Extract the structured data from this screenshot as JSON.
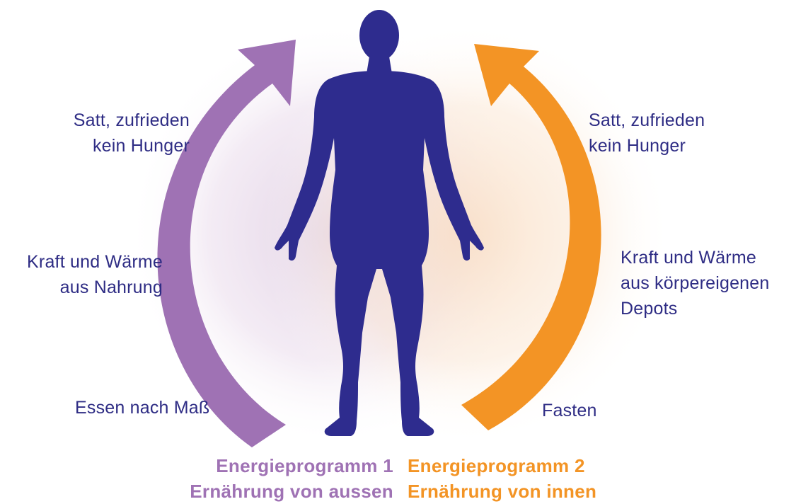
{
  "colors": {
    "figure": "#2e2c8e",
    "text": "#2e2c84",
    "program1": "#9f72b4",
    "program2": "#f39425"
  },
  "left": {
    "top_label": [
      "Satt, zufrieden",
      "kein Hunger"
    ],
    "mid_label": [
      "Kraft und Wärme",
      "aus Nahrung"
    ],
    "bottom_label": "Essen nach Maß",
    "program_title": "Energieprogramm 1",
    "program_subtitle": "Ernährung von aussen"
  },
  "right": {
    "top_label": [
      "Satt, zufrieden",
      "kein Hunger"
    ],
    "mid_label": [
      "Kraft und Wärme",
      "aus körpereigenen",
      "Depots"
    ],
    "bottom_label": "Fasten",
    "program_title": "Energieprogramm 2",
    "program_subtitle": "Ernährung von innen"
  },
  "figure_icon": "human-silhouette-icon",
  "arrow_icons": [
    "curved-arrow-up-left-icon",
    "curved-arrow-up-right-icon"
  ]
}
